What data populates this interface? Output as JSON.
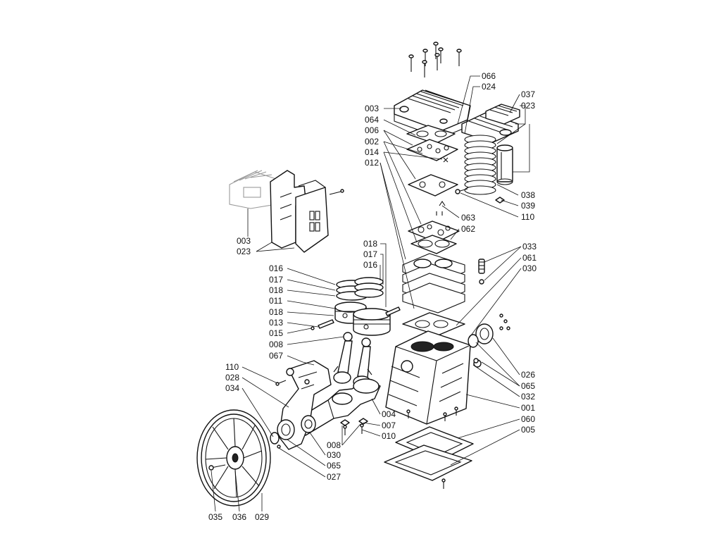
{
  "labels": [
    {
      "id": "l066",
      "text": "066"
    },
    {
      "id": "l024",
      "text": "024"
    },
    {
      "id": "l037",
      "text": "037"
    },
    {
      "id": "l023a",
      "text": "023"
    },
    {
      "id": "l003a",
      "text": "003"
    },
    {
      "id": "l064",
      "text": "064"
    },
    {
      "id": "l006",
      "text": "006"
    },
    {
      "id": "l002",
      "text": "002"
    },
    {
      "id": "l014",
      "text": "014"
    },
    {
      "id": "l012",
      "text": "012"
    },
    {
      "id": "l038",
      "text": "038"
    },
    {
      "id": "l039",
      "text": "039"
    },
    {
      "id": "l110a",
      "text": "110"
    },
    {
      "id": "l063",
      "text": "063"
    },
    {
      "id": "l062",
      "text": "062"
    },
    {
      "id": "l003b",
      "text": "003"
    },
    {
      "id": "l023b",
      "text": "023"
    },
    {
      "id": "l018a",
      "text": "018"
    },
    {
      "id": "l017a",
      "text": "017"
    },
    {
      "id": "l016a",
      "text": "016"
    },
    {
      "id": "l033",
      "text": "033"
    },
    {
      "id": "l061",
      "text": "061"
    },
    {
      "id": "l030a",
      "text": "030"
    },
    {
      "id": "l016b",
      "text": "016"
    },
    {
      "id": "l017b",
      "text": "017"
    },
    {
      "id": "l018b",
      "text": "018"
    },
    {
      "id": "l011",
      "text": "011"
    },
    {
      "id": "l018c",
      "text": "018"
    },
    {
      "id": "l013",
      "text": "013"
    },
    {
      "id": "l015",
      "text": "015"
    },
    {
      "id": "l008a",
      "text": "008"
    },
    {
      "id": "l067",
      "text": "067"
    },
    {
      "id": "l026",
      "text": "026"
    },
    {
      "id": "l065a",
      "text": "065"
    },
    {
      "id": "l032",
      "text": "032"
    },
    {
      "id": "l001",
      "text": "001"
    },
    {
      "id": "l060",
      "text": "060"
    },
    {
      "id": "l005",
      "text": "005"
    },
    {
      "id": "l110b",
      "text": "110"
    },
    {
      "id": "l028",
      "text": "028"
    },
    {
      "id": "l034",
      "text": "034"
    },
    {
      "id": "l004",
      "text": "004"
    },
    {
      "id": "l007",
      "text": "007"
    },
    {
      "id": "l010",
      "text": "010"
    },
    {
      "id": "l008b",
      "text": "008"
    },
    {
      "id": "l030b",
      "text": "030"
    },
    {
      "id": "l065b",
      "text": "065"
    },
    {
      "id": "l027",
      "text": "027"
    },
    {
      "id": "l035",
      "text": "035"
    },
    {
      "id": "l036",
      "text": "036"
    },
    {
      "id": "l029",
      "text": "029"
    }
  ]
}
